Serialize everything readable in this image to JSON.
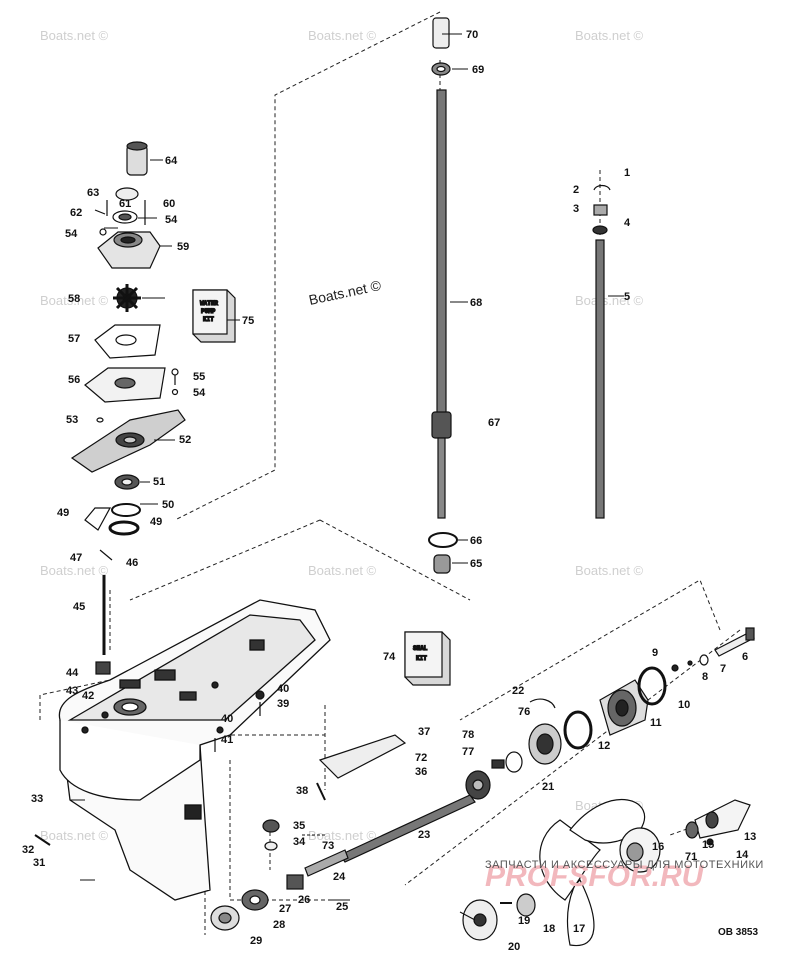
{
  "watermark": "Boats.net ©",
  "center_watermark": "Boats.net ©",
  "footer_ru_line": "ЗАПЧАСТИ И АКСЕССУАРЫ ДЛЯ МОТОТЕХНИКИ",
  "footer_ru_brand": "PROFSFOR.RU",
  "diagram_code": "OB 3853",
  "kits": {
    "water_pump": [
      "WATER",
      "PUMP",
      "KIT"
    ],
    "seal": [
      "SEAL",
      "KIT"
    ]
  },
  "callouts": [
    "1",
    "2",
    "3",
    "4",
    "5",
    "6",
    "7",
    "8",
    "9",
    "10",
    "11",
    "12",
    "13",
    "14",
    "15",
    "16",
    "17",
    "18",
    "19",
    "20",
    "21",
    "22",
    "23",
    "24",
    "25",
    "26",
    "27",
    "28",
    "29",
    "31",
    "32",
    "33",
    "34",
    "35",
    "36",
    "37",
    "38",
    "39",
    "40",
    "41",
    "42",
    "43",
    "44",
    "45",
    "46",
    "47",
    "49",
    "50",
    "51",
    "52",
    "53",
    "54",
    "55",
    "56",
    "57",
    "58",
    "59",
    "60",
    "61",
    "62",
    "63",
    "64",
    "65",
    "66",
    "67",
    "68",
    "69",
    "70",
    "71",
    "72",
    "73",
    "74",
    "75",
    "76",
    "77",
    "78"
  ]
}
